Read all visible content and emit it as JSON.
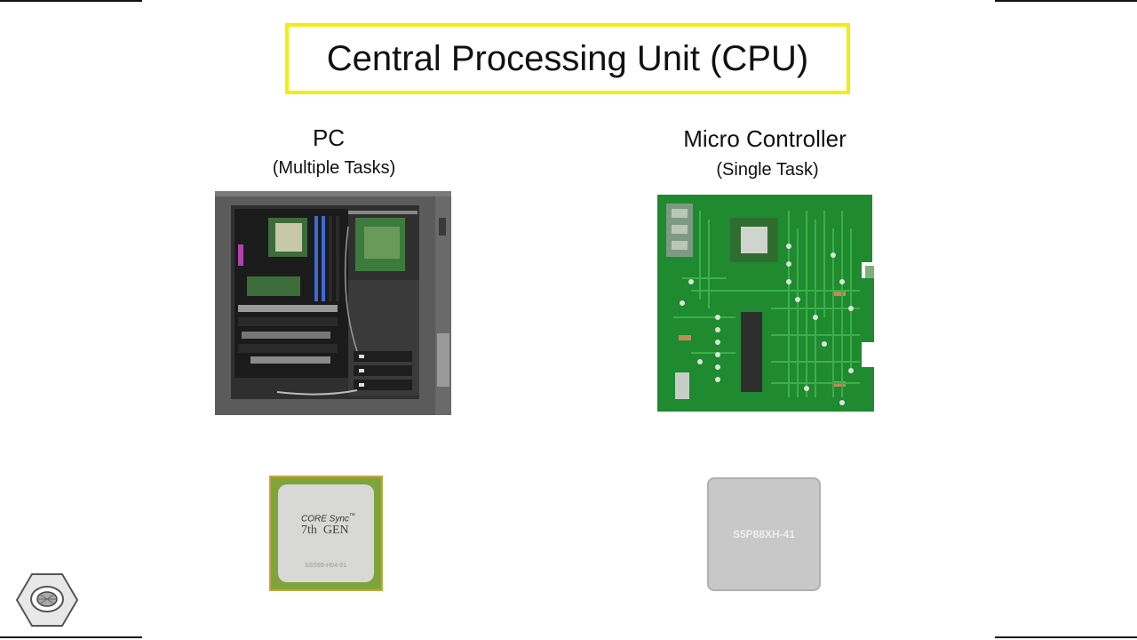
{
  "title": "Central Processing Unit (CPU)",
  "left": {
    "heading": "PC",
    "subheading": "(Multiple Tasks)",
    "chip": {
      "line1": "CORE Sync",
      "tm": "™",
      "line2": "7th  GEN",
      "line3": "SSS99-H04-91"
    }
  },
  "right": {
    "heading": "Micro Controller",
    "subheading": "(Single Task)",
    "chip": {
      "label": "S5P88XH-41"
    }
  },
  "colors": {
    "title_border": "#f2ee0a",
    "pcb_green": "#1f8a2f",
    "case_gray": "#5b5b5b"
  }
}
